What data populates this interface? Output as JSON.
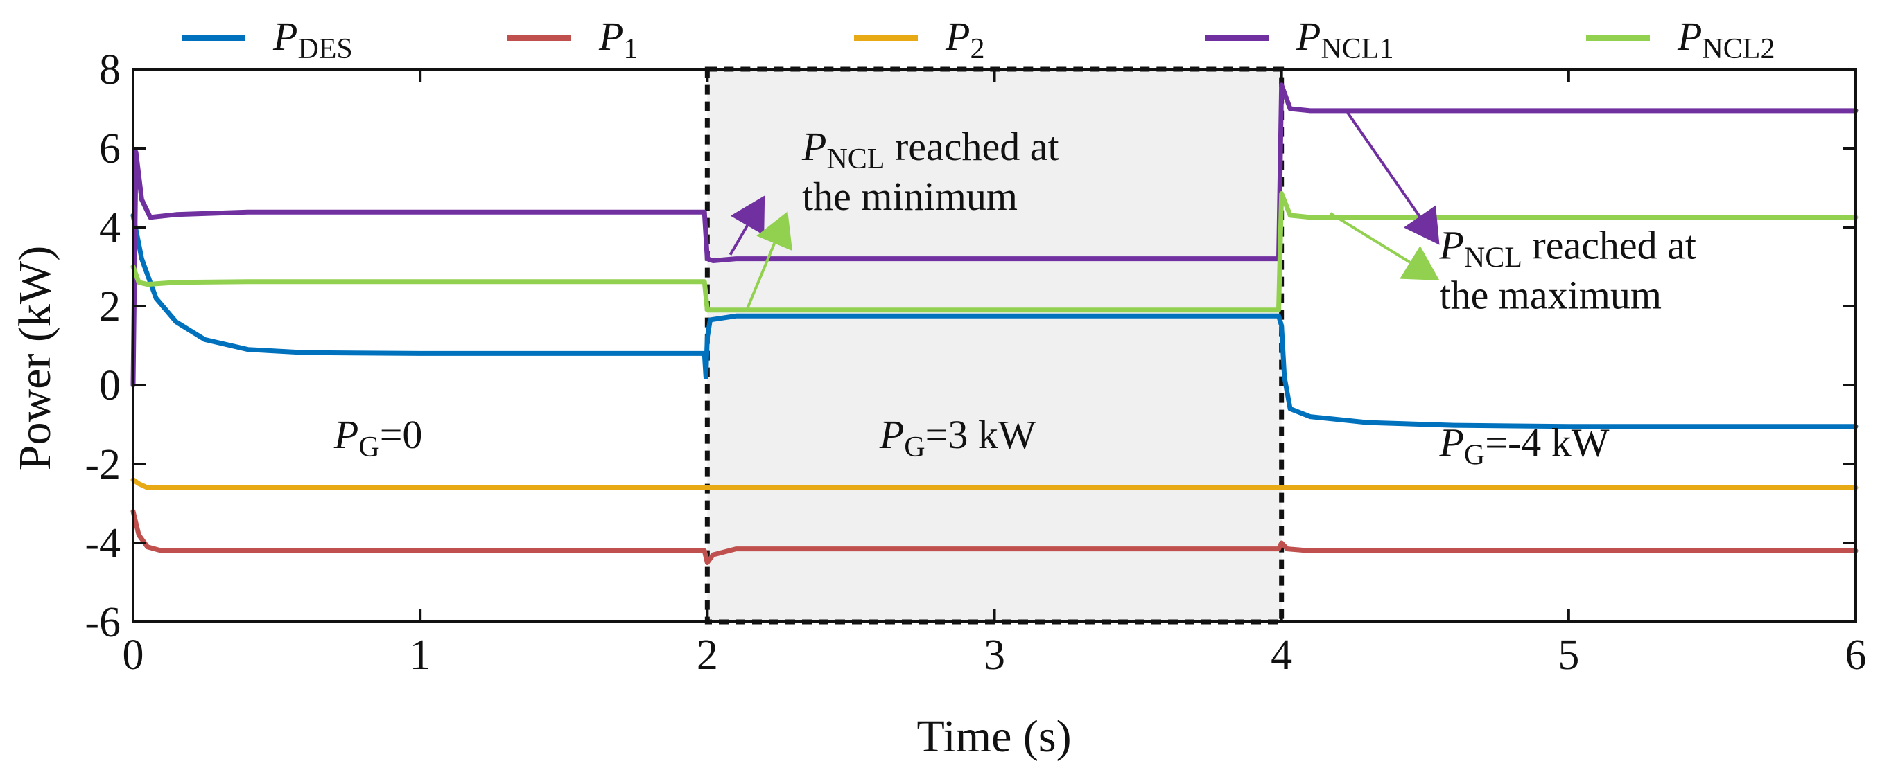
{
  "chart_data": {
    "type": "line",
    "xlabel": "Time (s)",
    "ylabel": "Power (kW)",
    "xlim": [
      0,
      6
    ],
    "ylim": [
      -6,
      8
    ],
    "xticks": [
      "0",
      "1",
      "2",
      "3",
      "4",
      "5",
      "6"
    ],
    "yticks": [
      "8",
      "6",
      "4",
      "2",
      "0",
      "-2",
      "-4",
      "-6"
    ],
    "grid": false,
    "legend_position": "top",
    "series": [
      {
        "name": "P_DES",
        "label_main": "P",
        "label_sub": "DES",
        "color": "#0072BD",
        "points": [
          [
            0,
            4.3
          ],
          [
            0.03,
            3.2
          ],
          [
            0.08,
            2.2
          ],
          [
            0.15,
            1.6
          ],
          [
            0.25,
            1.15
          ],
          [
            0.4,
            0.9
          ],
          [
            0.6,
            0.82
          ],
          [
            1.0,
            0.8
          ],
          [
            1.99,
            0.8
          ],
          [
            1.995,
            0.2
          ],
          [
            2.0,
            1.2
          ],
          [
            2.01,
            1.65
          ],
          [
            2.1,
            1.75
          ],
          [
            3.99,
            1.75
          ],
          [
            4.0,
            1.5
          ],
          [
            4.01,
            0.2
          ],
          [
            4.03,
            -0.6
          ],
          [
            4.1,
            -0.8
          ],
          [
            4.3,
            -0.95
          ],
          [
            4.6,
            -1.02
          ],
          [
            5.0,
            -1.05
          ],
          [
            6.0,
            -1.05
          ]
        ]
      },
      {
        "name": "P_1",
        "label_main": "P",
        "label_sub": "1",
        "color": "#C0504D",
        "points": [
          [
            0,
            -3.2
          ],
          [
            0.02,
            -3.8
          ],
          [
            0.05,
            -4.1
          ],
          [
            0.1,
            -4.2
          ],
          [
            0.3,
            -4.2
          ],
          [
            1.99,
            -4.2
          ],
          [
            2.0,
            -4.5
          ],
          [
            2.02,
            -4.3
          ],
          [
            2.1,
            -4.15
          ],
          [
            3.99,
            -4.15
          ],
          [
            4.0,
            -4.0
          ],
          [
            4.02,
            -4.15
          ],
          [
            4.1,
            -4.2
          ],
          [
            6.0,
            -4.2
          ]
        ]
      },
      {
        "name": "P_2",
        "label_main": "P",
        "label_sub": "2",
        "color": "#E8AA14",
        "points": [
          [
            0,
            -2.4
          ],
          [
            0.02,
            -2.5
          ],
          [
            0.05,
            -2.6
          ],
          [
            2.0,
            -2.6
          ],
          [
            4.0,
            -2.6
          ],
          [
            6.0,
            -2.6
          ]
        ]
      },
      {
        "name": "P_NCL1",
        "label_main": "P",
        "label_sub": "NCL1",
        "color": "#7030A0",
        "points": [
          [
            0,
            0
          ],
          [
            0.01,
            5.9
          ],
          [
            0.03,
            4.7
          ],
          [
            0.06,
            4.25
          ],
          [
            0.15,
            4.32
          ],
          [
            0.4,
            4.38
          ],
          [
            1.99,
            4.38
          ],
          [
            2.0,
            3.2
          ],
          [
            2.02,
            3.15
          ],
          [
            2.1,
            3.2
          ],
          [
            3.99,
            3.2
          ],
          [
            4.0,
            7.6
          ],
          [
            4.03,
            7.0
          ],
          [
            4.1,
            6.95
          ],
          [
            6.0,
            6.95
          ]
        ]
      },
      {
        "name": "P_NCL2",
        "label_main": "P",
        "label_sub": "NCL2",
        "color": "#92D050",
        "points": [
          [
            0,
            3.0
          ],
          [
            0.02,
            2.6
          ],
          [
            0.05,
            2.55
          ],
          [
            0.15,
            2.6
          ],
          [
            0.4,
            2.62
          ],
          [
            1.99,
            2.62
          ],
          [
            2.0,
            1.9
          ],
          [
            2.1,
            1.9
          ],
          [
            3.99,
            1.9
          ],
          [
            4.0,
            4.85
          ],
          [
            4.03,
            4.3
          ],
          [
            4.1,
            4.25
          ],
          [
            6.0,
            4.25
          ]
        ]
      }
    ],
    "highlight_region": {
      "x0": 2,
      "x1": 4,
      "y0": -6,
      "y1": 8
    },
    "annotations": [
      {
        "id": "pg0",
        "main": "P",
        "sub": "G",
        "rest": "=0",
        "x": 0.7,
        "y": -1.6
      },
      {
        "id": "pg3",
        "main": "P",
        "sub": "G",
        "rest": "=3 kW",
        "x": 2.6,
        "y": -1.6
      },
      {
        "id": "pg4",
        "main": "P",
        "sub": "G",
        "rest": "=-4 kW",
        "x": 4.55,
        "y": -1.8
      },
      {
        "id": "ncl_min",
        "main": "P",
        "sub": "NCL",
        "rest": " reached at",
        "line2": "the minimum",
        "x": 2.33,
        "y": 5.7
      },
      {
        "id": "ncl_max",
        "main": "P",
        "sub": "NCL",
        "rest": " reached at",
        "line2": "the maximum",
        "x": 4.55,
        "y": 3.2
      }
    ],
    "arrows": [
      {
        "from": [
          2.08,
          3.3
        ],
        "to": [
          2.2,
          4.8
        ],
        "color": "#7030A0"
      },
      {
        "from": [
          2.14,
          1.95
        ],
        "to": [
          2.28,
          4.4
        ],
        "color": "#92D050"
      },
      {
        "from": [
          4.23,
          6.9
        ],
        "to": [
          4.55,
          3.55
        ],
        "color": "#7030A0"
      },
      {
        "from": [
          4.17,
          4.35
        ],
        "to": [
          4.55,
          2.65
        ],
        "color": "#92D050"
      }
    ]
  }
}
